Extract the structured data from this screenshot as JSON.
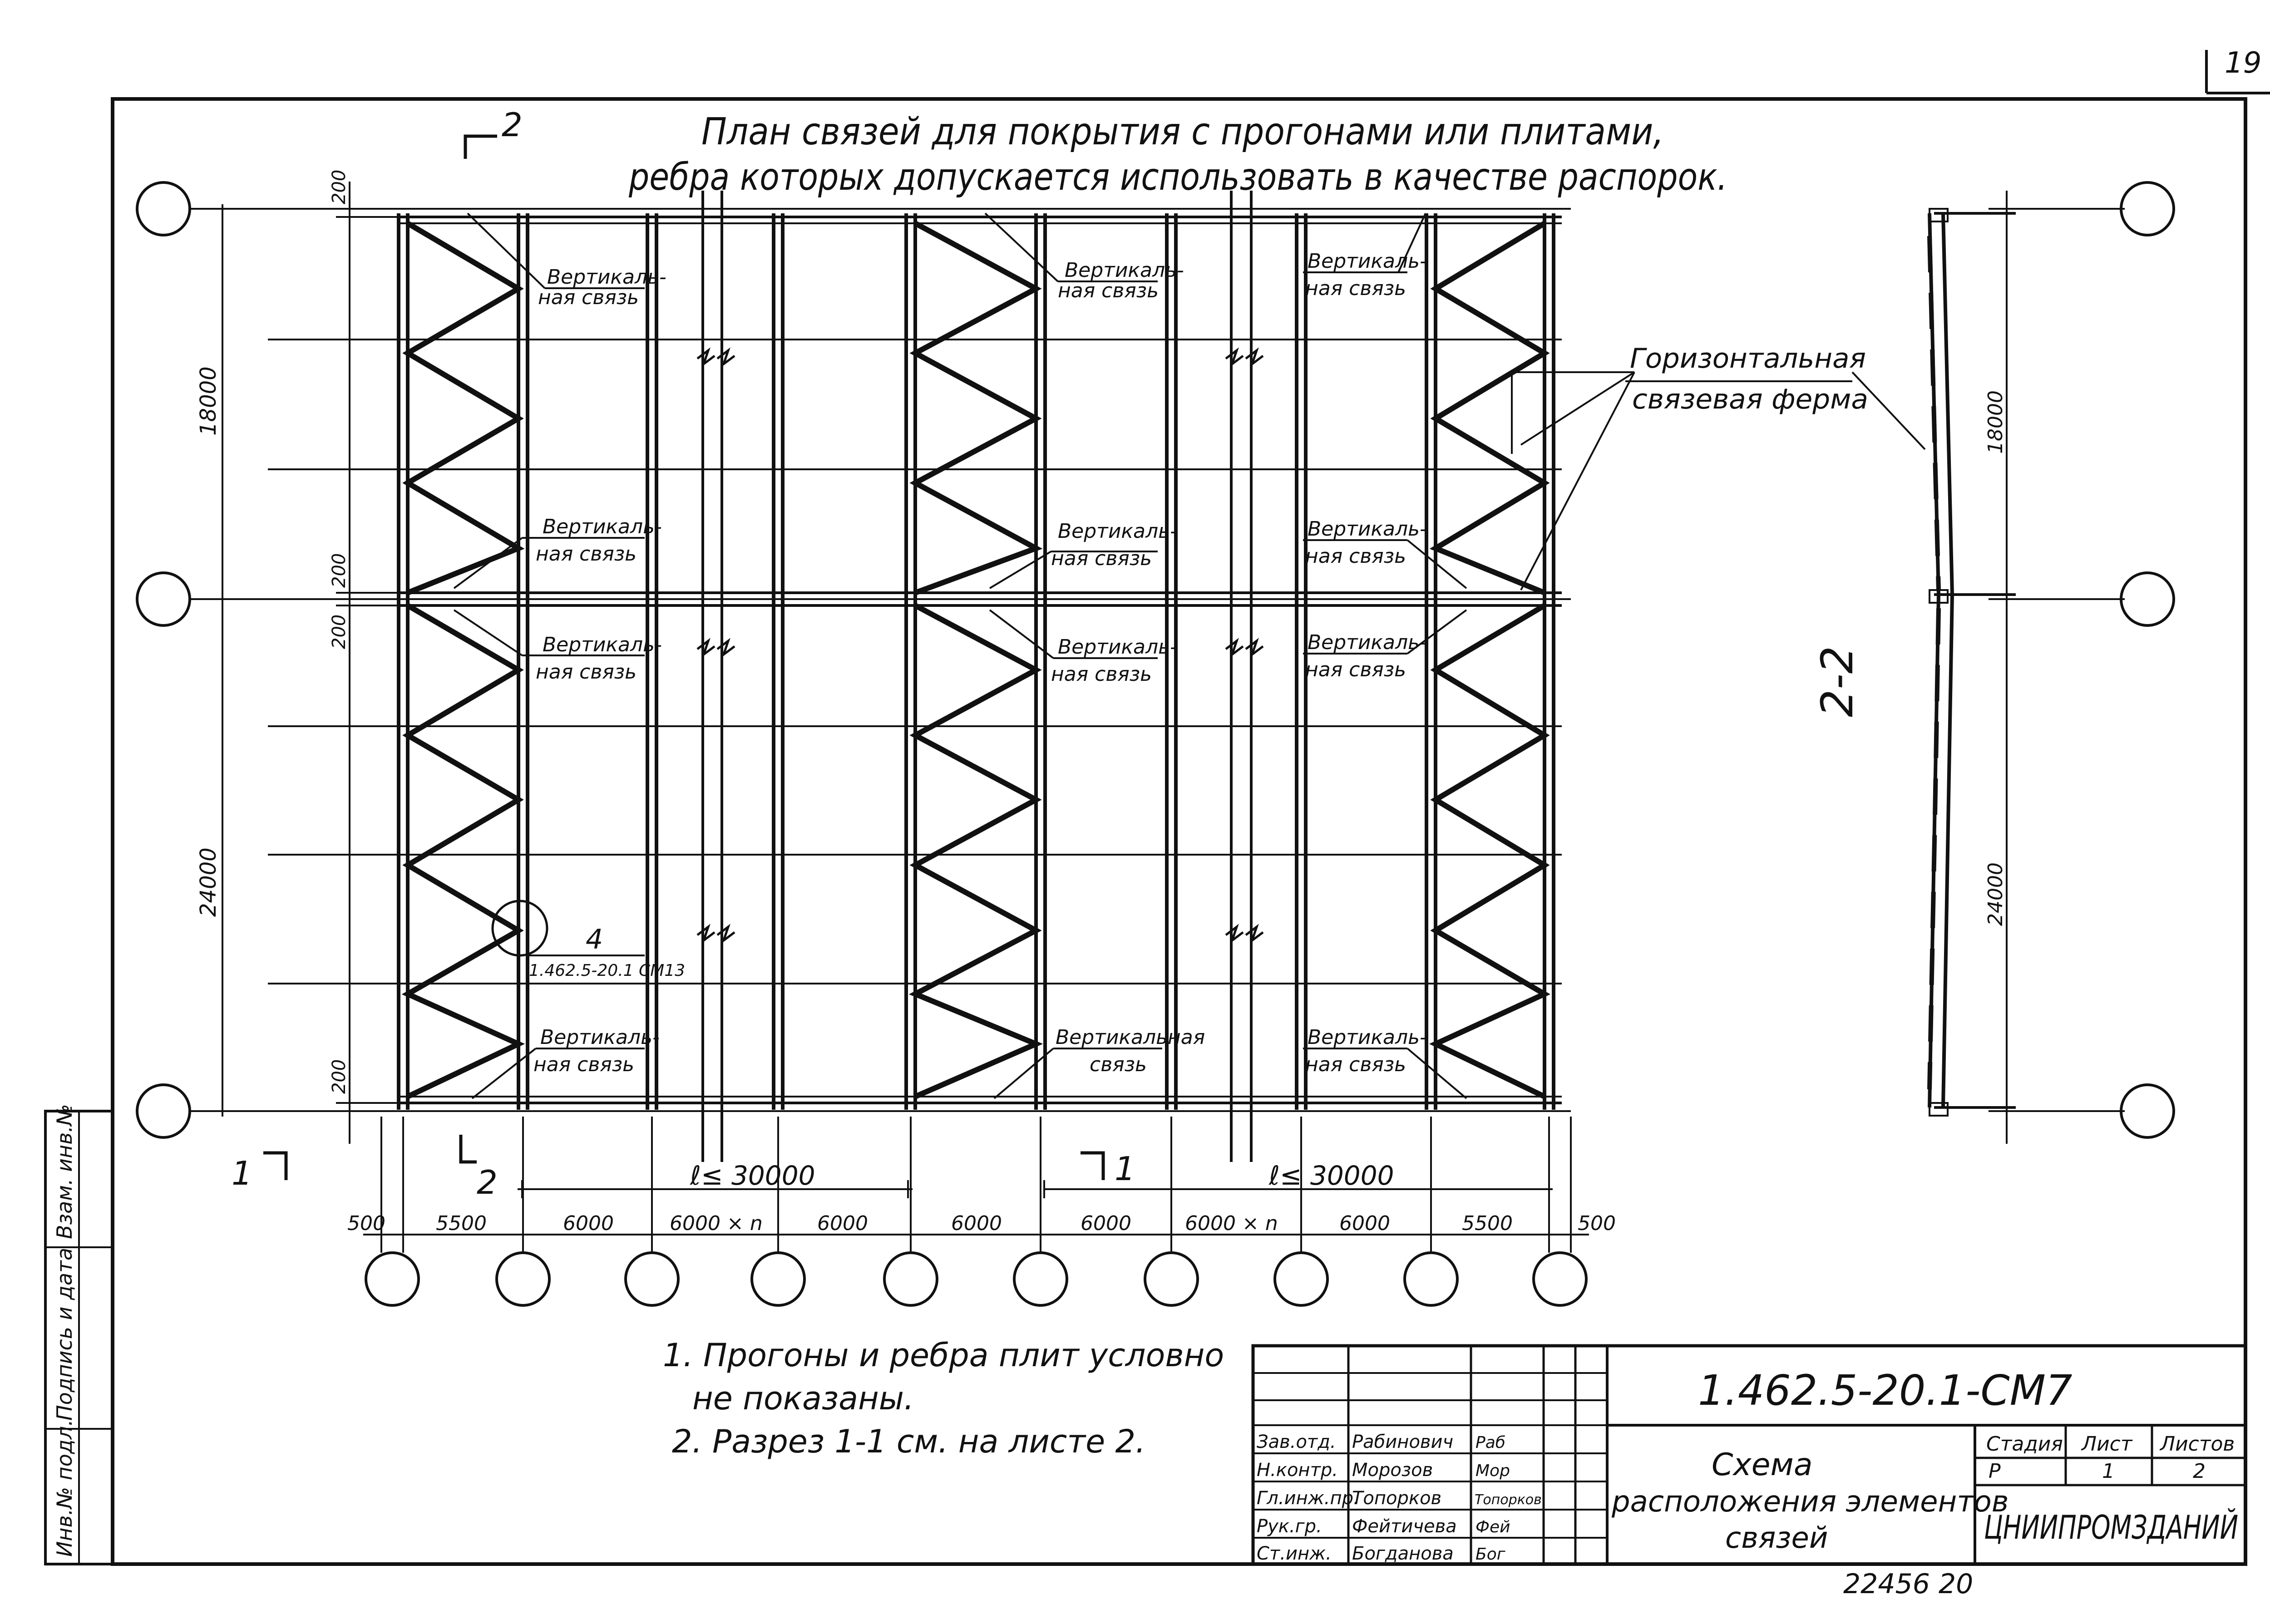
{
  "sheet_number_corner": "19",
  "title": {
    "line1": "План связей для покрытия с прогонами или плитами,",
    "line2": "ребра которых допускается использовать в качестве распорок."
  },
  "plan": {
    "vertical_dims": [
      "200",
      "18000",
      "200",
      "200",
      "24000",
      "200"
    ],
    "span_labels": [
      "ℓ≤ 30000",
      "ℓ≤ 30000"
    ],
    "bay_dims": [
      "500",
      "5500",
      "6000",
      "6000 × n",
      "6000",
      "6000",
      "6000",
      "6000 × n",
      "6000",
      "5500",
      "500"
    ],
    "callouts": [
      {
        "line1": "Вертикаль-",
        "line2": "ная связь"
      },
      {
        "line1": "Вертикаль-",
        "line2": "ная связь"
      },
      {
        "line1": "Вертикаль-",
        "line2": "ная связь"
      },
      {
        "line1": "Вертикаль-",
        "line2": "ная связь"
      },
      {
        "line1": "Вертикаль-",
        "line2": "ная связь"
      },
      {
        "line1": "Вертикаль-",
        "line2": "ная связь"
      },
      {
        "line1": "Вертикаль-",
        "line2": "ная связь"
      },
      {
        "line1": "Вертикаль-",
        "line2": "ная связь"
      },
      {
        "line1": "Вертикаль-",
        "line2": "ная связь"
      },
      {
        "line1": "Вертикаль-",
        "line2": "ная связь"
      },
      {
        "line1": "Вертикальная",
        "line2": "связь"
      },
      {
        "line1": "Вертикаль-",
        "line2": "ная связь"
      }
    ],
    "detail_number": "4",
    "detail_ref": "1.462.5-20.1 СМ13",
    "section_marks": {
      "s2_top": "2",
      "s1_left": "1",
      "s2_bottom": "2",
      "s1_mid": "1"
    }
  },
  "section": {
    "label": "2-2",
    "dims": [
      "18000",
      "24000"
    ],
    "callout_line1": "Горизонтальная",
    "callout_line2": "связевая ферма"
  },
  "notes": [
    "1. Прогоны и ребра плит условно",
    "не показаны.",
    "2. Разрез 1-1 см. на листе 2."
  ],
  "left_stamp": [
    "Инв.№ подл.",
    "Подпись и дата",
    "Взам. инв.№"
  ],
  "title_block": {
    "doc_code": "1.462.5-20.1-СМ7",
    "drawing_title": [
      "Схема",
      "расположения элементов",
      "связей"
    ],
    "roles": [
      {
        "role": "Зав.отд.",
        "name": "Рабинович",
        "sign": "Раб"
      },
      {
        "role": "Н.контр.",
        "name": "Морозов",
        "sign": "Мор"
      },
      {
        "role": "Гл.инж.пр.",
        "name": "Топорков",
        "sign": "Топорков"
      },
      {
        "role": "Рук.гр.",
        "name": "Фейтичева",
        "sign": "Фей"
      },
      {
        "role": "Ст.инж.",
        "name": "Богданова",
        "sign": "Бог"
      }
    ],
    "stage_header": "Стадия",
    "sheet_header": "Лист",
    "sheets_header": "Листов",
    "stage": "Р",
    "sheet": "1",
    "sheets": "2",
    "organization": "ЦНИИПРОМЗДАНИЙ"
  },
  "bottom_numbers": "22456  20"
}
